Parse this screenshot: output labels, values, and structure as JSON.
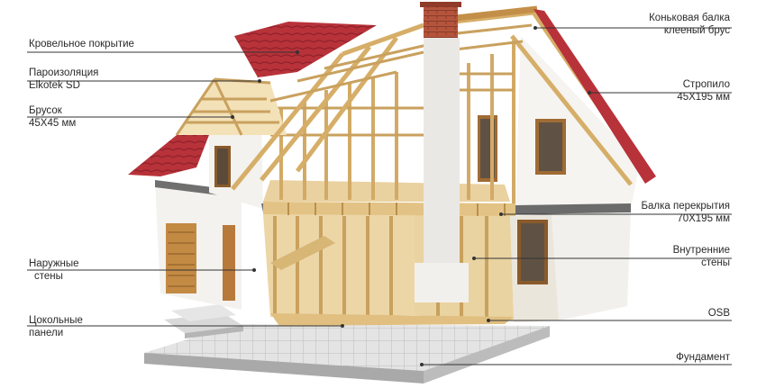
{
  "labels": {
    "roofing": "Кровельное покрытие",
    "vapor_barrier": [
      "Пароизоляция",
      "Elkotek SD"
    ],
    "batten": [
      "Брусок",
      "45Х45 мм"
    ],
    "exterior_walls": [
      "Наружные",
      "стены"
    ],
    "base_panels": [
      "Цокольные",
      "панели"
    ],
    "ridge_beam": [
      "Коньковая балка",
      "клееный брус"
    ],
    "rafter": [
      "Стропило",
      "45Х195 мм"
    ],
    "floor_beam": [
      "Балка перекрытия",
      "70Х195 мм"
    ],
    "interior_walls": [
      "Внутренние",
      "стены"
    ],
    "osb": "OSB",
    "foundation": "Фундамент"
  },
  "colors": {
    "roof_tile": "#b8323a",
    "timber": "#e8c98a",
    "timber_dark": "#c9a15e",
    "wall_white": "#f4f2ee",
    "chimney_brick": "#b5543c",
    "foundation": "#c9c9c9",
    "leader_line": "#333333"
  }
}
